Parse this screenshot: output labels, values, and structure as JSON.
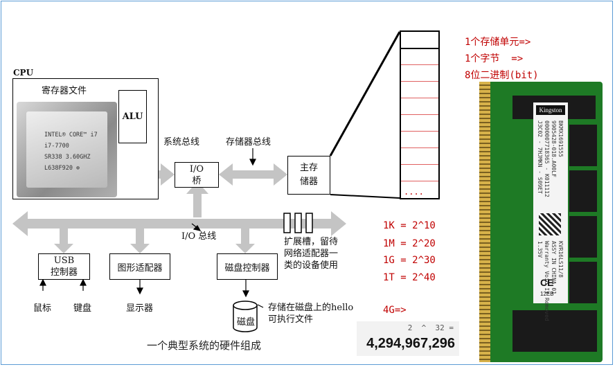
{
  "cpu": {
    "label": "CPU",
    "register_file": "寄存器文件",
    "alu": "ALU",
    "chip_text": [
      "INTEL® CORE™ i7",
      "i7-7700",
      "SR338 3.60GHZ",
      "L638F920 ⊕"
    ]
  },
  "bus": {
    "system_bus": "系统总线",
    "memory_bus": "存储器总线",
    "io_bus": "I/O 总线"
  },
  "io_bridge": {
    "line1": "I/O",
    "line2": "桥"
  },
  "main_memory": {
    "line1": "主存",
    "line2": "储器"
  },
  "memory_cells": {
    "dots": "...."
  },
  "notes": {
    "cell": "1个存储单元=>",
    "byte": "1个字节  =>",
    "bits": "8位二进制(bit)"
  },
  "devices": {
    "usb": {
      "line1": "USB",
      "line2": "控制器"
    },
    "graphics": "图形适配器",
    "disk_ctrl": "磁盘控制器",
    "mouse": "鼠标",
    "keyboard": "键盘",
    "display": "显示器",
    "disk": "磁盘"
  },
  "expansion": [
    "扩展槽，留待",
    "网络适配器一",
    "类的设备使用"
  ],
  "hello_note": [
    "存储在磁盘上的hello",
    "可执行文件"
  ],
  "units": [
    "1K = 2^10",
    "1M = 2^20",
    "1G = 2^30",
    "1T = 2^40"
  ],
  "four_g": "4G=>",
  "calculator": {
    "expression": "2  ^  32 =",
    "result": "4,294,967,296"
  },
  "caption": "一个典型系统的硬件组成",
  "ram": {
    "brand": "Kingston",
    "label_lines": [
      "BKMX1691555",
      "9905428-018.A00LF",
      "0000007718365 - K011112",
      "J3C02 - 7HJMKN - S09ET"
    ],
    "model_lines": [
      "KVR16LS11/8",
      "ASSY IN CHINA 01",
      "Warranty Void If Removed",
      "1.35V"
    ],
    "marks": [
      "CE",
      "12EB"
    ]
  },
  "colors": {
    "bus_gray": "#c4c4c4",
    "note_red": "#c00000",
    "frame_blue": "#5b9bd5",
    "ram_green": "#1e7a25"
  }
}
